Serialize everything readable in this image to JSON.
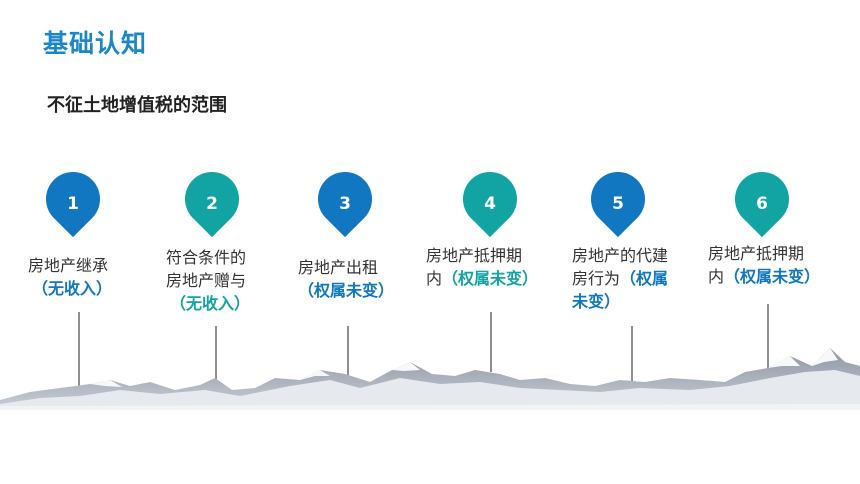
{
  "header": {
    "title": "基础认知"
  },
  "section": {
    "subtitle": "不征土地增值税的范围"
  },
  "colors": {
    "blue": "#1077c0",
    "teal": "#12a3a3",
    "title": "#1b86c9"
  },
  "items": [
    {
      "num": "1",
      "lines": [
        "房地产继承"
      ],
      "note": "（无收入）"
    },
    {
      "num": "2",
      "lines": [
        "符合条件的",
        "房地产赠与"
      ],
      "note": "（无收入）"
    },
    {
      "num": "3",
      "lines": [
        "房地产出租"
      ],
      "note": "（权属未变）"
    },
    {
      "num": "4",
      "lines": [
        "房地产抵押期",
        "内"
      ],
      "note": "（权属未变）"
    },
    {
      "num": "5",
      "lines": [
        "房地产的代建",
        "房行为"
      ],
      "note1": "（权属",
      "note2": "未变）"
    },
    {
      "num": "6",
      "lines": [
        "房地产抵押期",
        "内"
      ],
      "note": "（权属未变）"
    }
  ]
}
